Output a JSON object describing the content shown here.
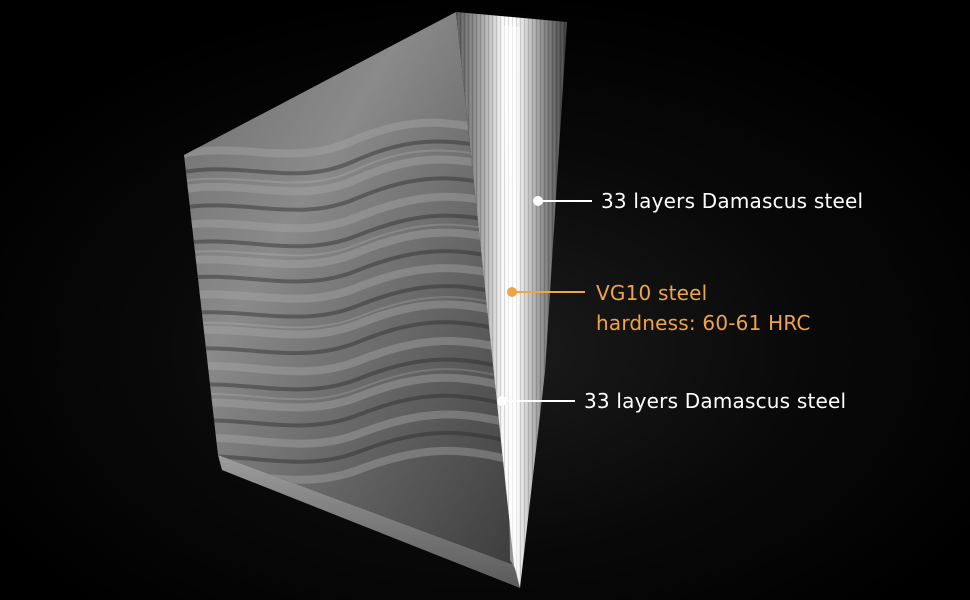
{
  "callouts": {
    "top": {
      "text": "33 layers Damascus steel"
    },
    "middle": {
      "line1": "VG10 steel",
      "line2": "hardness: 60-61 HRC"
    },
    "bottom": {
      "text": "33 layers Damascus steel"
    }
  },
  "colors": {
    "background": "#000000",
    "callout_white": "#ffffff",
    "callout_orange": "#f0a44a",
    "steel_light": "#d7d7d7",
    "steel_dark": "#4a4a4a"
  }
}
